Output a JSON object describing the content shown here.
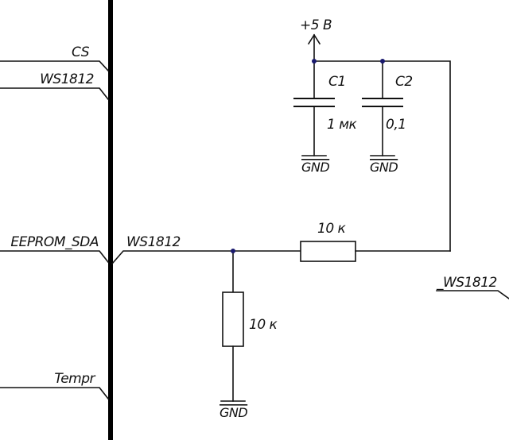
{
  "labels": {
    "cs": "CS",
    "ws_top": "WS1812",
    "eeprom_sda": "EEPROM_SDA",
    "ws_mid": "WS1812",
    "ws_right": "_WS1812",
    "tempr": "Tempr",
    "power": "+5 В"
  },
  "components": {
    "c1": {
      "ref": "C1",
      "value": "1 мк",
      "ground": "GND"
    },
    "c2": {
      "ref": "C2",
      "value": "0,1",
      "ground": "GND"
    },
    "r_series": {
      "value": "10 к"
    },
    "r_pulldown": {
      "value": "10 к",
      "ground": "GND"
    }
  },
  "colors": {
    "wire": "#111111",
    "junction": "#1a1a6e",
    "background": "#ffffff"
  }
}
